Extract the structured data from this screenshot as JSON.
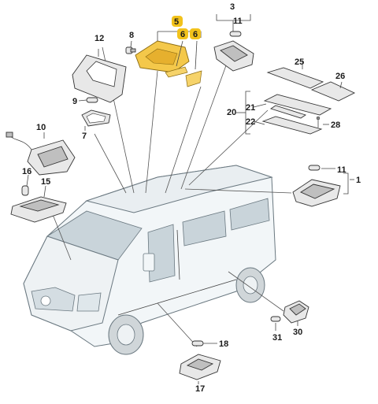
{
  "colors": {
    "highlight": "#f2c21b",
    "part_highlight": "#f4c84a",
    "line": "#555555",
    "vehicle_body": "#f2f6f8"
  },
  "callouts": {
    "n1": "1",
    "n3": "3",
    "n5": "5",
    "n6a": "6",
    "n6b": "6",
    "n7": "7",
    "n8": "8",
    "n9": "9",
    "n10": "10",
    "n11a": "11",
    "n11b": "11",
    "n12": "12",
    "n15": "15",
    "n16": "16",
    "n17": "17",
    "n18": "18",
    "n20": "20",
    "n21": "21",
    "n22": "22",
    "n25": "25",
    "n26": "26",
    "n28": "28",
    "n30": "30",
    "n31": "31"
  }
}
